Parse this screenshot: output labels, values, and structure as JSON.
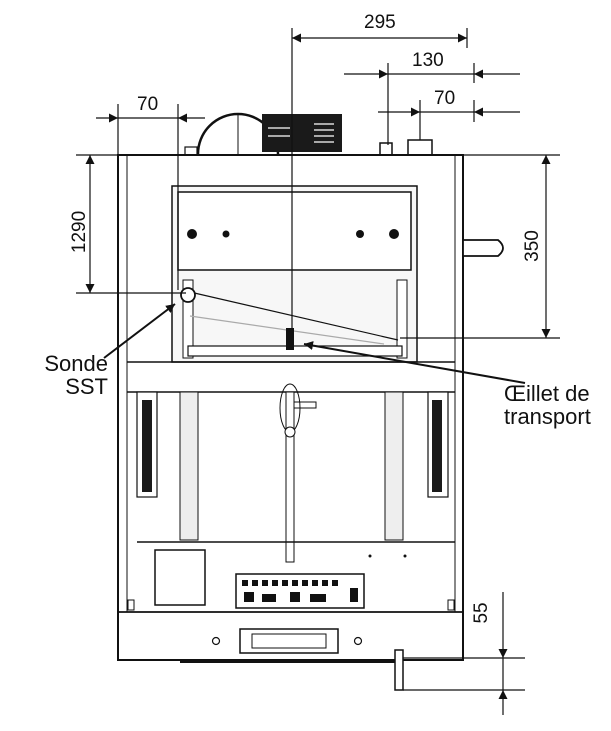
{
  "dimensions": {
    "d_295": "295",
    "d_130": "130",
    "d_70_right": "70",
    "d_70_left": "70",
    "d_1290": "1290",
    "d_350": "350",
    "d_55": "55"
  },
  "callouts": {
    "sonde_line1": "Sonde",
    "sonde_line2": "SST",
    "oeillet_line1": "Œillet de",
    "oeillet_line2": "transport"
  },
  "colors": {
    "line": "#111111",
    "fill_light": "#f4f4f4",
    "fill_mid": "#bdbdbd",
    "fill_dark": "#1a1a1a"
  }
}
